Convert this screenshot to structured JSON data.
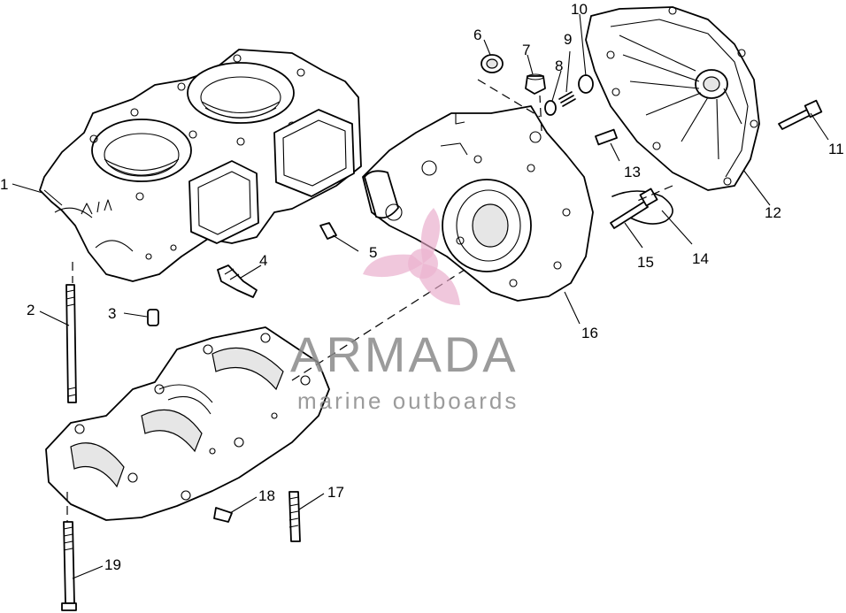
{
  "diagram": {
    "callouts": [
      {
        "id": "1",
        "label": "1"
      },
      {
        "id": "2",
        "label": "2"
      },
      {
        "id": "3",
        "label": "3"
      },
      {
        "id": "4",
        "label": "4"
      },
      {
        "id": "5",
        "label": "5"
      },
      {
        "id": "6",
        "label": "6"
      },
      {
        "id": "7",
        "label": "7"
      },
      {
        "id": "8",
        "label": "8"
      },
      {
        "id": "9",
        "label": "9"
      },
      {
        "id": "10",
        "label": "10"
      },
      {
        "id": "11",
        "label": "11"
      },
      {
        "id": "12",
        "label": "12"
      },
      {
        "id": "13",
        "label": "13"
      },
      {
        "id": "14",
        "label": "14"
      },
      {
        "id": "15",
        "label": "15"
      },
      {
        "id": "16",
        "label": "16"
      },
      {
        "id": "17",
        "label": "17"
      },
      {
        "id": "18",
        "label": "18"
      },
      {
        "id": "19",
        "label": "19"
      }
    ]
  },
  "watermark": {
    "brand": "ARMADA",
    "tagline": "marine outboards",
    "brand_color": "#8a8a8a",
    "accent_color": "#e8a8c8"
  }
}
